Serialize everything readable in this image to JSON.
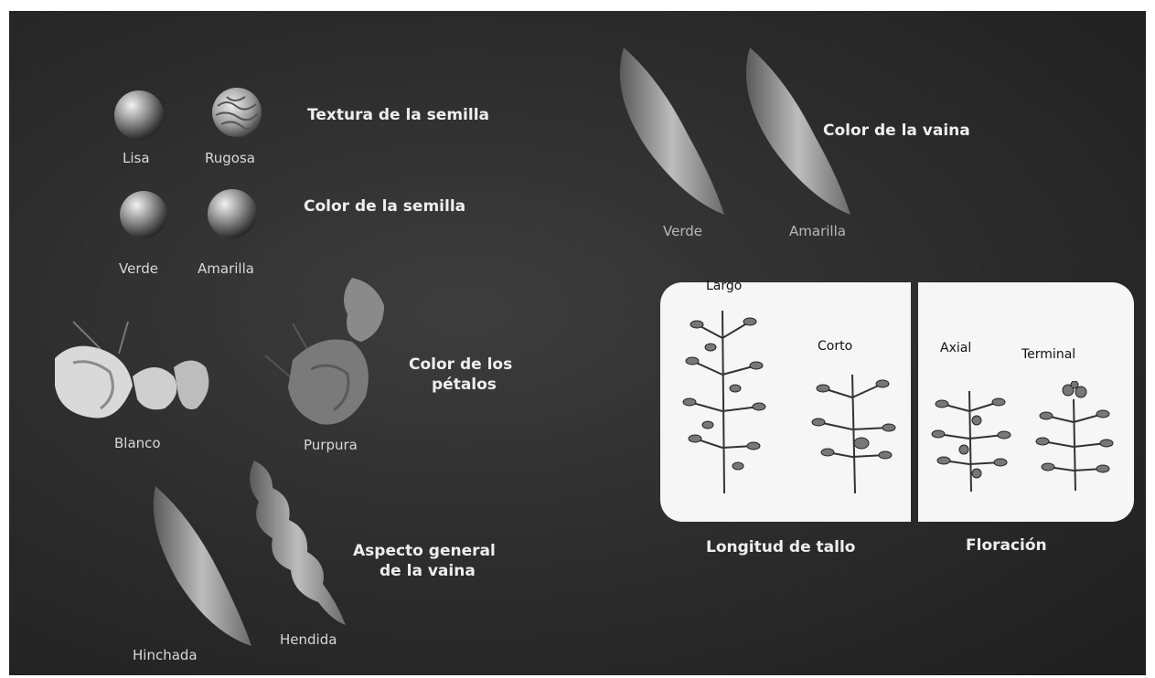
{
  "traits": {
    "seed_texture": {
      "title": "Textura de la semilla",
      "options": [
        "Lisa",
        "Rugosa"
      ]
    },
    "seed_color": {
      "title": "Color de la semilla",
      "options": [
        "Verde",
        "Amarilla"
      ]
    },
    "petal_color": {
      "title_line1": "Color de los",
      "title_line2": "pétalos",
      "options": [
        "Blanco",
        "Purpura"
      ]
    },
    "pod_shape": {
      "title_line1": "Aspecto general",
      "title_line2": "de la vaina",
      "options": [
        "Hinchada",
        "Hendida"
      ]
    },
    "pod_color": {
      "title": "Color de la vaina",
      "options": [
        "Verde",
        "Amarilla"
      ]
    },
    "stem_length": {
      "title": "Longitud de tallo",
      "options": [
        "Largo",
        "Corto"
      ]
    },
    "flowering": {
      "title": "Floración",
      "options": [
        "Axial",
        "Terminal"
      ]
    }
  },
  "colors": {
    "background": "#2b2b2b",
    "panel": "#f6f6f6",
    "text": "#e6e6e6"
  }
}
